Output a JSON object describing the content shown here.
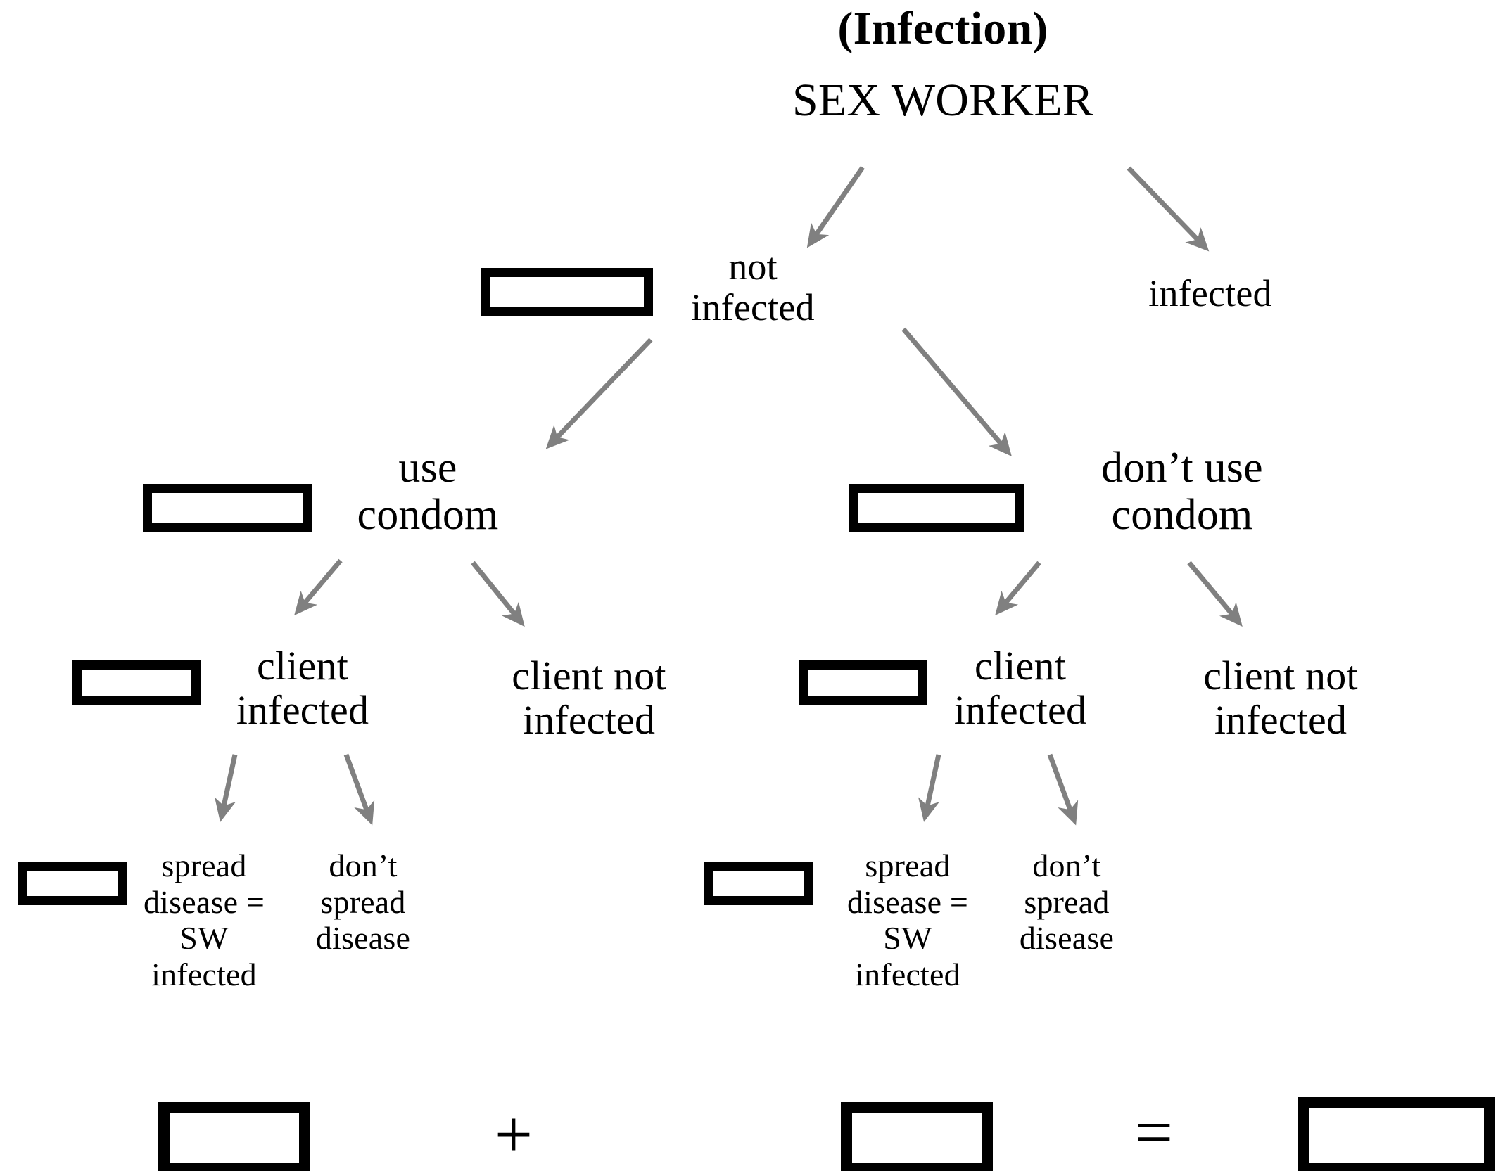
{
  "diagram": {
    "type": "decision-tree",
    "title_bold": "(Infection)",
    "title_plain": "SEX WORKER",
    "arrow_color": "#808080",
    "box_color": "#000000",
    "background": "#ffffff",
    "levels": [
      {
        "level": 1,
        "nodes": [
          {
            "id": "not-infected",
            "label": "not\ninfected"
          },
          {
            "id": "infected",
            "label": "infected"
          }
        ]
      },
      {
        "level": 2,
        "nodes": [
          {
            "id": "use-condom",
            "label": "use\ncondom"
          },
          {
            "id": "dont-use-condom",
            "label": "don’t use\ncondom"
          }
        ]
      },
      {
        "level": 3,
        "nodes": [
          {
            "id": "client-infected-left",
            "label": "client\ninfected"
          },
          {
            "id": "client-not-infected-left",
            "label": "client not\ninfected"
          },
          {
            "id": "client-infected-right",
            "label": "client\ninfected"
          },
          {
            "id": "client-not-infected-right",
            "label": "client not\ninfected"
          }
        ]
      },
      {
        "level": 4,
        "nodes": [
          {
            "id": "spread-left",
            "label": "spread\ndisease =\nSW\ninfected"
          },
          {
            "id": "dont-spread-left",
            "label": "don’t\nspread\ndisease"
          },
          {
            "id": "spread-right",
            "label": "spread\ndisease =\nSW\ninfected"
          },
          {
            "id": "dont-spread-right",
            "label": "don’t\nspread\ndisease"
          }
        ]
      }
    ],
    "equation_row": {
      "operator_plus": "+",
      "operator_equals": "=",
      "boxes": [
        {
          "id": "eq-box-1",
          "label": ""
        },
        {
          "id": "eq-box-2",
          "label": ""
        },
        {
          "id": "eq-box-result",
          "label": ""
        }
      ]
    },
    "placeholder_boxes": [
      {
        "id": "ph-not-infected",
        "label": ""
      },
      {
        "id": "ph-use-condom",
        "label": ""
      },
      {
        "id": "ph-dont-use-condom",
        "label": ""
      },
      {
        "id": "ph-client-infected-left",
        "label": ""
      },
      {
        "id": "ph-client-infected-right",
        "label": ""
      },
      {
        "id": "ph-spread-left",
        "label": ""
      },
      {
        "id": "ph-spread-right",
        "label": ""
      }
    ]
  }
}
